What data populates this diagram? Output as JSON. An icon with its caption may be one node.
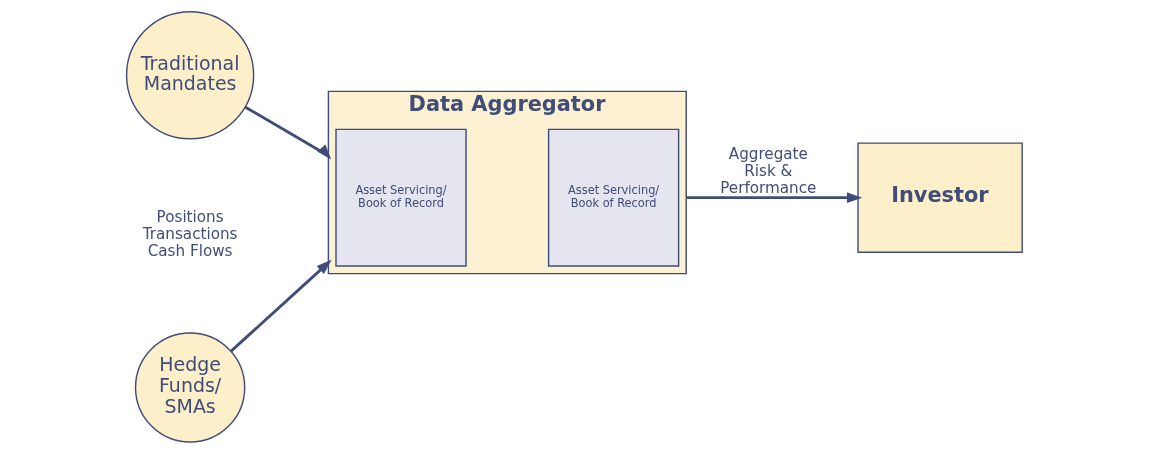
{
  "diagram": {
    "nodes": [
      {
        "text": [
          "Traditional Mandates"
        ]
      },
      {
        "text": [
          "Hedge Funds/ SMAs"
        ]
      },
      {
        "text": [
          "Data Aggregator"
        ]
      },
      {
        "text": [
          "Asset Servicing/ Book of Record"
        ],
        "in": 2
      },
      {
        "text": [
          "Asset Servicing/ Book of Record"
        ],
        "in": 2
      },
      {
        "text": [
          "Investor"
        ]
      }
    ],
    "edges": [
      {
        "from": 0,
        "to": 2,
        "arrow": "to"
      },
      {
        "from": 1,
        "to": 2,
        "arrow": "to"
      },
      {
        "from": 2,
        "to": 5,
        "arrow": "to",
        "label": "Aggregate Risk & Performance"
      }
    ],
    "labels": [
      "Positions",
      "Transactions",
      "Cash Flows"
    ]
  }
}
